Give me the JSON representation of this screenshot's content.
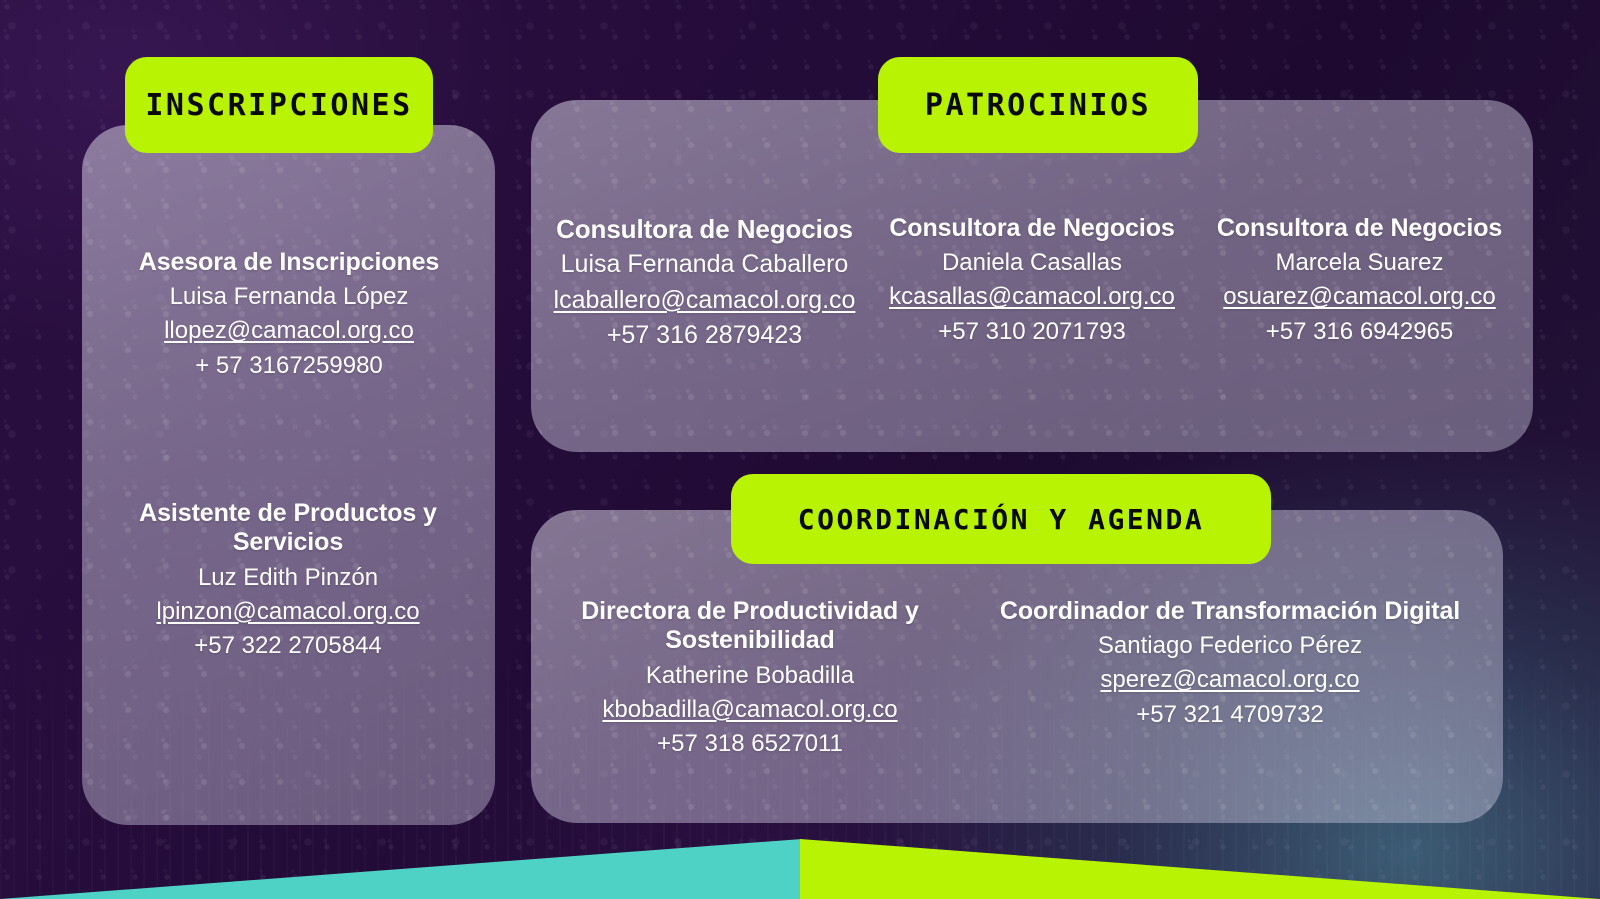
{
  "theme": {
    "background_dark": "#240c39",
    "accent_lime": "#b8f304",
    "accent_teal": "#4fd2c6",
    "card_fill": "rgba(214,208,230,0.46)",
    "badge_text": "#0a0a0a",
    "text_light": "#ffffff"
  },
  "sections": {
    "inscripciones": {
      "badge": "INSCRIPCIONES",
      "contacts": [
        {
          "role": "Asesora de Inscripciones",
          "person": "Luisa Fernanda López",
          "email": "llopez@camacol.org.co",
          "phone": "+ 57 3167259980"
        },
        {
          "role": "Asistente de Productos y Servicios",
          "person": "Luz Edith Pinzón",
          "email": "lpinzon@camacol.org.co",
          "phone": "+57 322 2705844"
        }
      ]
    },
    "patrocinios": {
      "badge": "PATROCINIOS",
      "contacts": [
        {
          "role": "Consultora de Negocios",
          "person": "Luisa Fernanda Caballero",
          "email": "lcaballero@camacol.org.co",
          "phone": "+57 316 2879423"
        },
        {
          "role": "Consultora de Negocios",
          "person": "Daniela Casallas",
          "email": "kcasallas@camacol.org.co",
          "phone": "+57 310 2071793"
        },
        {
          "role": "Consultora de Negocios",
          "person": "Marcela Suarez",
          "email": "osuarez@camacol.org.co",
          "phone": "+57 316 6942965"
        }
      ]
    },
    "coordinacion": {
      "badge": "COORDINACIÓN Y AGENDA",
      "contacts": [
        {
          "role": "Directora de Productividad y Sostenibilidad",
          "person": "Katherine Bobadilla",
          "email": "kbobadilla@camacol.org.co",
          "phone": "+57 318 6527011"
        },
        {
          "role": "Coordinador de Transformación Digital",
          "person": "Santiago Federico Pérez",
          "email": "sperez@camacol.org.co",
          "phone": "+57 321 4709732"
        }
      ]
    }
  }
}
